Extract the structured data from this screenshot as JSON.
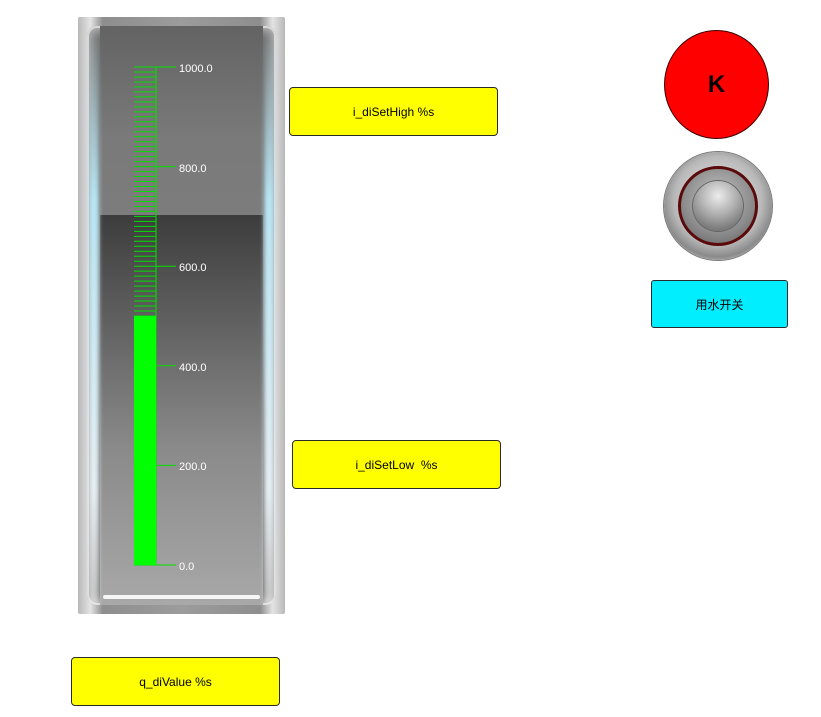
{
  "meter": {
    "scale_labels": [
      "1000.0",
      "800.0",
      "600.0",
      "400.0",
      "200.0",
      "0.0"
    ],
    "scale_min": 0,
    "scale_max": 1000,
    "value": 500,
    "bar_color": "#00ff00",
    "tick_color": "#00e000"
  },
  "fields": {
    "set_high": "i_diSetHigh %s",
    "set_low": "i_diSetLow  %s",
    "value": "q_diValue %s"
  },
  "lamp": {
    "label": "K",
    "color": "#ff0000"
  },
  "switch": {
    "label": "用水开关",
    "label_color": "#00eeff"
  }
}
